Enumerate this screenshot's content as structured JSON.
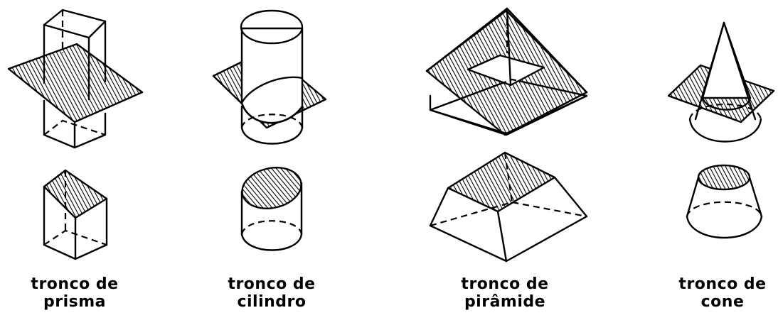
{
  "figures": [
    {
      "line1": "tronco de",
      "line2": "prisma"
    },
    {
      "line1": "tronco de",
      "line2": "cilindro"
    },
    {
      "line1": "tronco de",
      "line2": "pirâmide"
    },
    {
      "line1": "tronco de",
      "line2": "cone"
    }
  ]
}
